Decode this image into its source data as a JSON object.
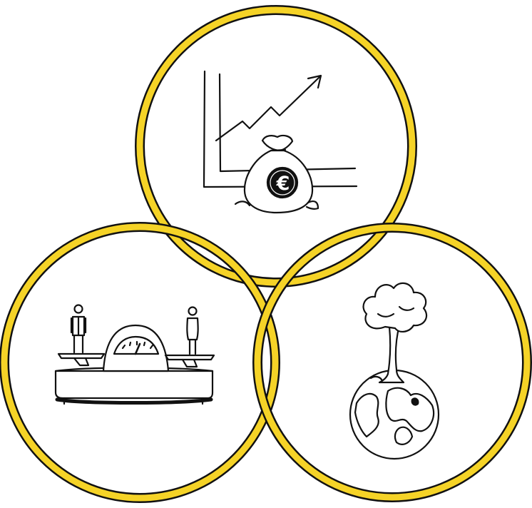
{
  "diagram": {
    "type": "venn",
    "colors": {
      "ring_fill": "#f5d327",
      "outline": "#111111",
      "background": "#ffffff"
    },
    "circles": [
      {
        "name": "economy",
        "icon": "money-bag-chart-icon"
      },
      {
        "name": "society",
        "icon": "balance-scale-people-icon"
      },
      {
        "name": "environment",
        "icon": "tree-on-globe-icon"
      }
    ],
    "money_bag_symbol": "€"
  }
}
